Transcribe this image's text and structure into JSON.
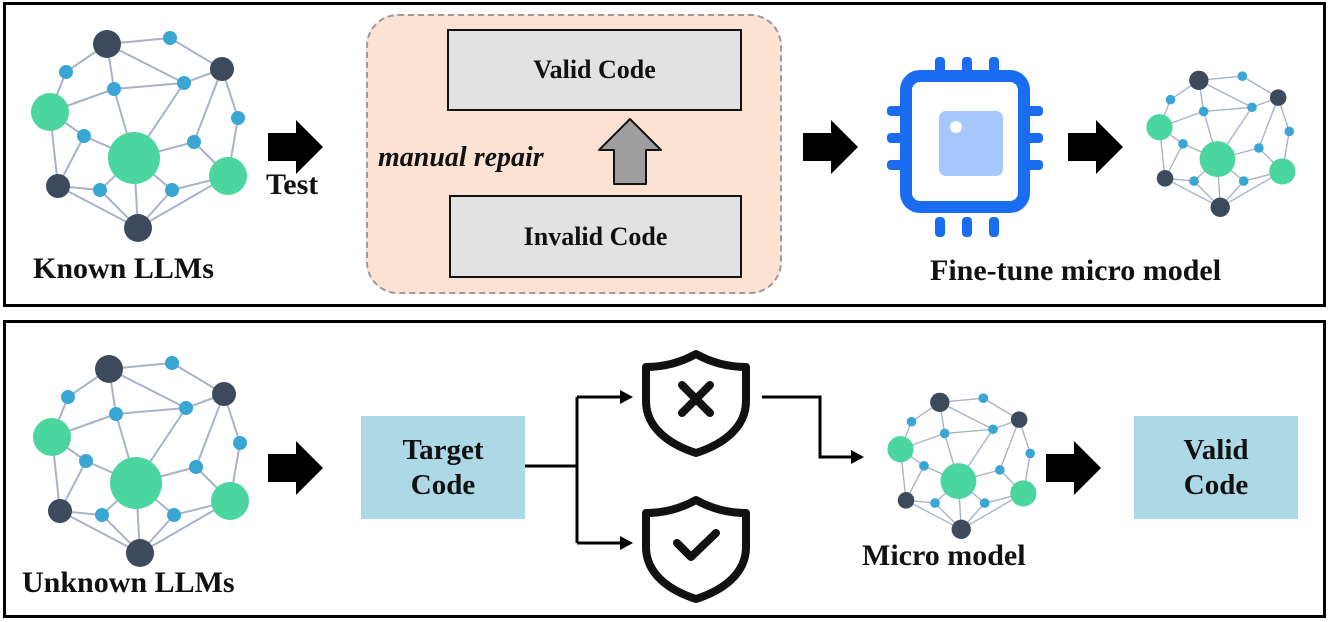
{
  "top": {
    "known_llms_label": "Known LLMs",
    "test_label": "Test",
    "valid_code_label": "Valid Code",
    "manual_repair_label": "manual repair",
    "invalid_code_label": "Invalid Code",
    "fine_tune_label": "Fine-tune micro model"
  },
  "bottom": {
    "unknown_llms_label": "Unknown LLMs",
    "target_code_line1": "Target",
    "target_code_line2": "Code",
    "micro_model_label": "Micro model",
    "valid_code_line1": "Valid",
    "valid_code_line2": "Code"
  },
  "colors": {
    "node_dark": "#3d4a5c",
    "node_green": "#4cd69f",
    "node_blue": "#3aa6d4",
    "edge": "#a9b3c7",
    "repair_bg": "#fbe2d2",
    "chip_blue": "#1a6cf0",
    "chip_core": "#a6c8ff",
    "box_blue": "#add8e6",
    "box_gray": "#e2e2e2"
  },
  "icons": [
    "neural-network-icon",
    "arrow-right-icon",
    "arrow-up-icon",
    "chip-icon",
    "shield-x-icon",
    "shield-check-icon"
  ]
}
